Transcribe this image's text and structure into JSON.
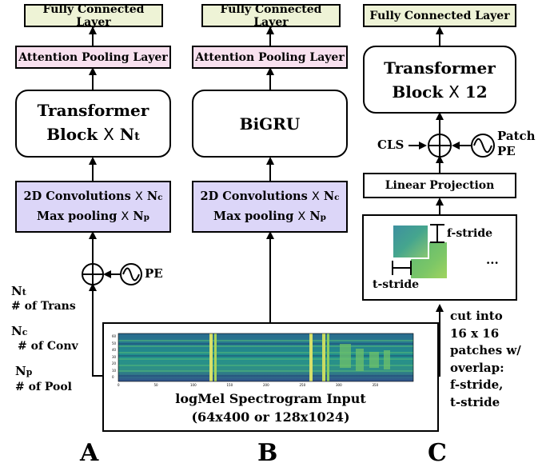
{
  "panel_a": {
    "fc": "Fully Connected Layer",
    "attention": "Attention Pooling Layer",
    "transformer_line1": "Transformer",
    "transformer_line2": "Block",
    "times": "X",
    "transformer_n": "N",
    "transformer_n_sub": "t",
    "conv_line1": "2D Convolutions",
    "conv_n": "N",
    "conv_n_sub": "c",
    "pool_line": "Max pooling",
    "pool_n": "N",
    "pool_n_sub": "p",
    "pe": "PE",
    "letter": "A"
  },
  "legend": {
    "nt": "N",
    "nt_sub": "t",
    "nt_desc": "# of Trans",
    "nc": "N",
    "nc_sub": "c",
    "nc_desc": "# of Conv",
    "np": "N",
    "np_sub": "p",
    "np_desc": "# of Pool"
  },
  "panel_b": {
    "fc": "Fully Connected Layer",
    "attention": "Attention Pooling Layer",
    "rnn": "BiGRU",
    "conv_line1": "2D Convolutions",
    "conv_n": "N",
    "conv_n_sub": "c",
    "pool_line": "Max pooling",
    "pool_n": "N",
    "pool_n_sub": "p",
    "letter": "B"
  },
  "panel_c": {
    "fc": "Fully Connected Layer",
    "transformer_line1": "Transformer",
    "transformer_line2": "Block",
    "times": "X",
    "transformer_count": "12",
    "cls": "CLS",
    "patch_pe_1": "Patch",
    "patch_pe_2": "PE",
    "linear": "Linear Projection",
    "f_stride": "f-stride",
    "t_stride": "t-stride",
    "ellipsis": "...",
    "cut_1": "cut into",
    "cut_2": "16 x 16",
    "cut_3": "patches w/",
    "cut_4": "overlap:",
    "cut_5": "f-stride,",
    "cut_6": "t-stride",
    "letter": "C"
  },
  "input": {
    "title": "logMel Spectrogram Input",
    "subtitle": "(64x400 or 128x1024)",
    "y_ticks": [
      "60",
      "50",
      "40",
      "30",
      "20",
      "10",
      "0"
    ],
    "x_ticks": [
      "0",
      "50",
      "100",
      "150",
      "200",
      "250",
      "300",
      "350"
    ]
  },
  "colors": {
    "fc_fill": "#eef3d6",
    "attention_fill": "#f8e1ef",
    "conv_fill": "#dcd6f8",
    "spectrogram_low": "#2a6a8e",
    "spectrogram_high": "#c8e06a"
  },
  "icons": [
    "circle-plus-icon",
    "sine-wave-icon",
    "arrow-icon"
  ]
}
